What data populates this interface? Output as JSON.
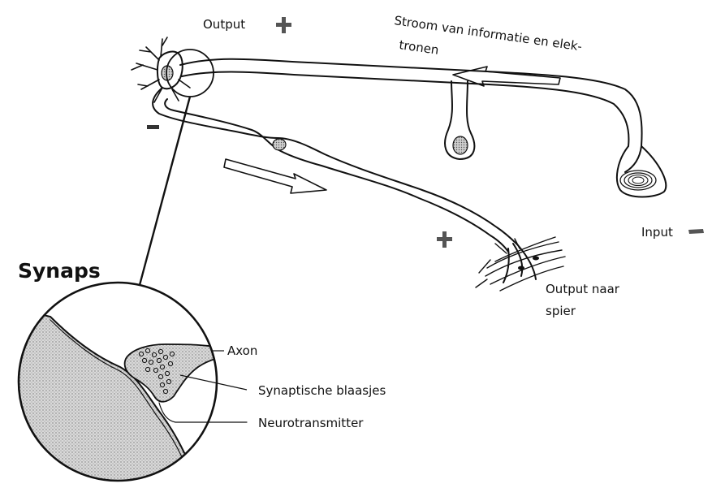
{
  "labels": {
    "output_top": "Output",
    "flow_line1": "Stroom van informatie en elek-",
    "flow_line2": "tronen",
    "input": "Input",
    "output_muscle_line1": "Output naar",
    "output_muscle_line2": "spier",
    "synaps_title": "Synaps",
    "axon": "Axon",
    "vesicles": "Synaptische blaasjes",
    "neurotransmitter": "Neurotransmitter"
  },
  "signs": {
    "output_top": "+",
    "soma_left": "−",
    "muscle": "+",
    "input": "−"
  }
}
